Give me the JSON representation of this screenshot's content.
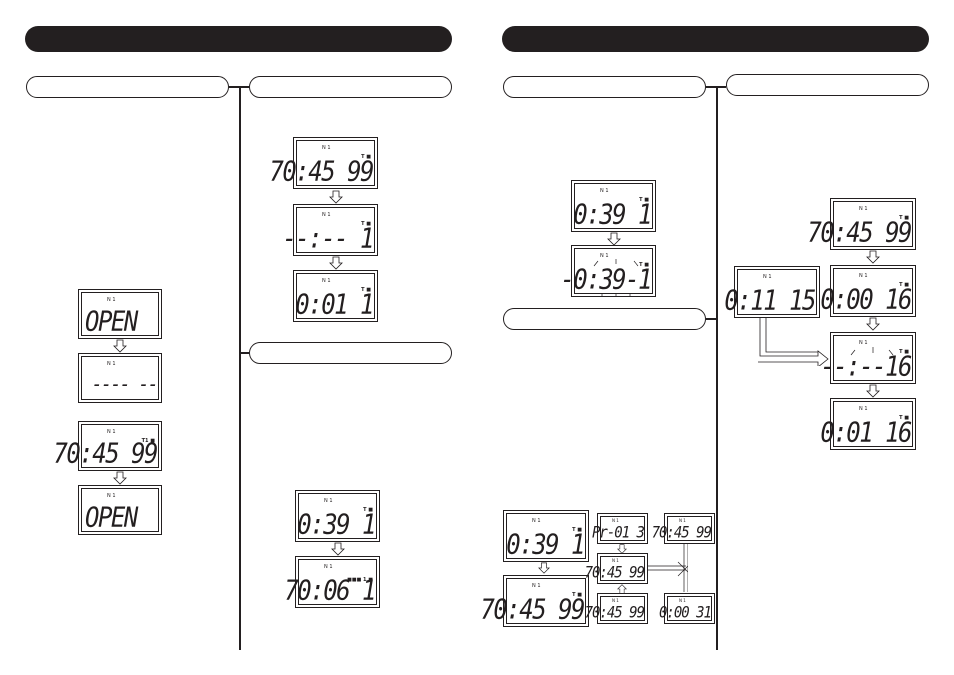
{
  "displays": {
    "d_left_1": {
      "top": "",
      "flag": "",
      "digits": ""
    },
    "p1_open_1": {
      "top": "N 1",
      "flag": "",
      "digits": "OPEN"
    },
    "p1_dashes": {
      "top": "N 1",
      "flag": "",
      "digits": "---- --"
    },
    "p1_time": {
      "top": "N 1",
      "flag": "T1 ■",
      "digits": "70:45 99"
    },
    "p1_open_2": {
      "top": "N 1",
      "flag": "",
      "digits": "OPEN"
    },
    "p2_time": {
      "top": "N 1",
      "flag": "T ■",
      "digits": "70:45 99"
    },
    "p2_dashes": {
      "top": "N 1",
      "flag": "T ■",
      "digits": "--:-- 1"
    },
    "p2_reset": {
      "top": "N 1",
      "flag": "T ■",
      "digits": "0:01 1"
    },
    "p3_lap": {
      "top": "N 1",
      "flag": "T ■",
      "digits": "0:39 1"
    },
    "p3_bars": {
      "top": "N 1",
      "flag": "■■■ 1 ■",
      "digits": "70:06 1"
    },
    "p4_lap": {
      "top": "N 1",
      "flag": "T ■",
      "digits": "0:39 1"
    },
    "p4_flash": {
      "top": "N 1",
      "flag": "T ■",
      "digits": "-0:39-1"
    },
    "p5_a": {
      "top": "N 1",
      "flag": "T ■",
      "digits": "0:39 1"
    },
    "p5_b": {
      "top": "N 1",
      "flag": "T ■",
      "digits": "70:45 99"
    },
    "p5_pr": {
      "top": "N 1",
      "flag": "",
      "digits": "Pr-01 3"
    },
    "p5_mid": {
      "top": "N 1",
      "flag": "",
      "digits": "70:45 99"
    },
    "p5_low": {
      "top": "N 1",
      "flag": "",
      "digits": "70:45 99"
    },
    "p5_r1": {
      "top": "N 1",
      "flag": "",
      "digits": "70:45 99"
    },
    "p5_r2": {
      "top": "N 1",
      "flag": "",
      "digits": "0:00 31"
    },
    "p6_side": {
      "top": "N 1",
      "flag": "",
      "digits": "0:11 15"
    },
    "p6_a": {
      "top": "N 1",
      "flag": "T ■",
      "digits": "70:45 99"
    },
    "p6_b": {
      "top": "N 1",
      "flag": "T ■",
      "digits": "0:00 16"
    },
    "p6_c": {
      "top": "N 1",
      "flag": "T ■",
      "digits": "--:--16"
    },
    "p6_d": {
      "top": "N 1",
      "flag": "T ■",
      "digits": "0:01 16"
    }
  }
}
